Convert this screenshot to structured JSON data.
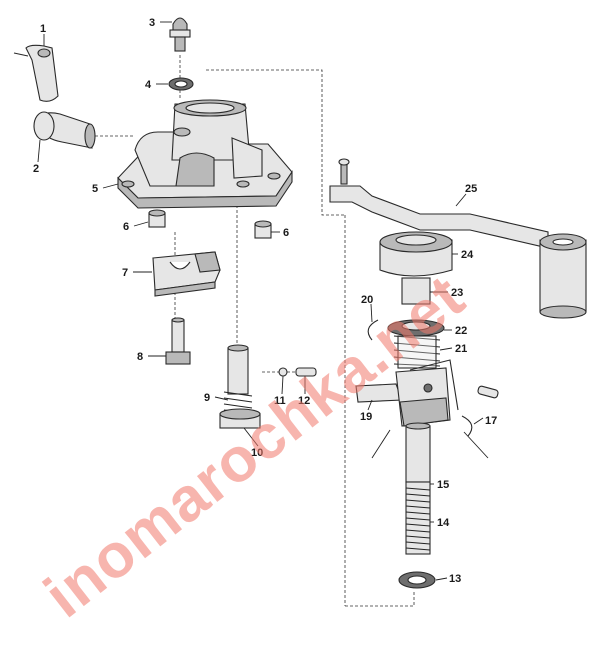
{
  "diagram": {
    "callouts": [
      {
        "id": "1",
        "label": "1"
      },
      {
        "id": "2",
        "label": "2"
      },
      {
        "id": "3",
        "label": "3"
      },
      {
        "id": "4",
        "label": "4"
      },
      {
        "id": "5",
        "label": "5"
      },
      {
        "id": "6a",
        "label": "6"
      },
      {
        "id": "6b",
        "label": "6"
      },
      {
        "id": "7",
        "label": "7"
      },
      {
        "id": "8",
        "label": "8"
      },
      {
        "id": "9",
        "label": "9"
      },
      {
        "id": "10",
        "label": "10"
      },
      {
        "id": "11",
        "label": "11"
      },
      {
        "id": "12",
        "label": "12"
      },
      {
        "id": "13",
        "label": "13"
      },
      {
        "id": "14",
        "label": "14"
      },
      {
        "id": "15",
        "label": "15"
      },
      {
        "id": "17",
        "label": "17"
      },
      {
        "id": "19",
        "label": "19"
      },
      {
        "id": "20",
        "label": "20"
      },
      {
        "id": "21",
        "label": "21"
      },
      {
        "id": "22",
        "label": "22"
      },
      {
        "id": "23",
        "label": "23"
      },
      {
        "id": "24",
        "label": "24"
      },
      {
        "id": "25",
        "label": "25"
      }
    ]
  },
  "watermark": {
    "text": "inomarochka.net",
    "color": "#f27a6c"
  }
}
